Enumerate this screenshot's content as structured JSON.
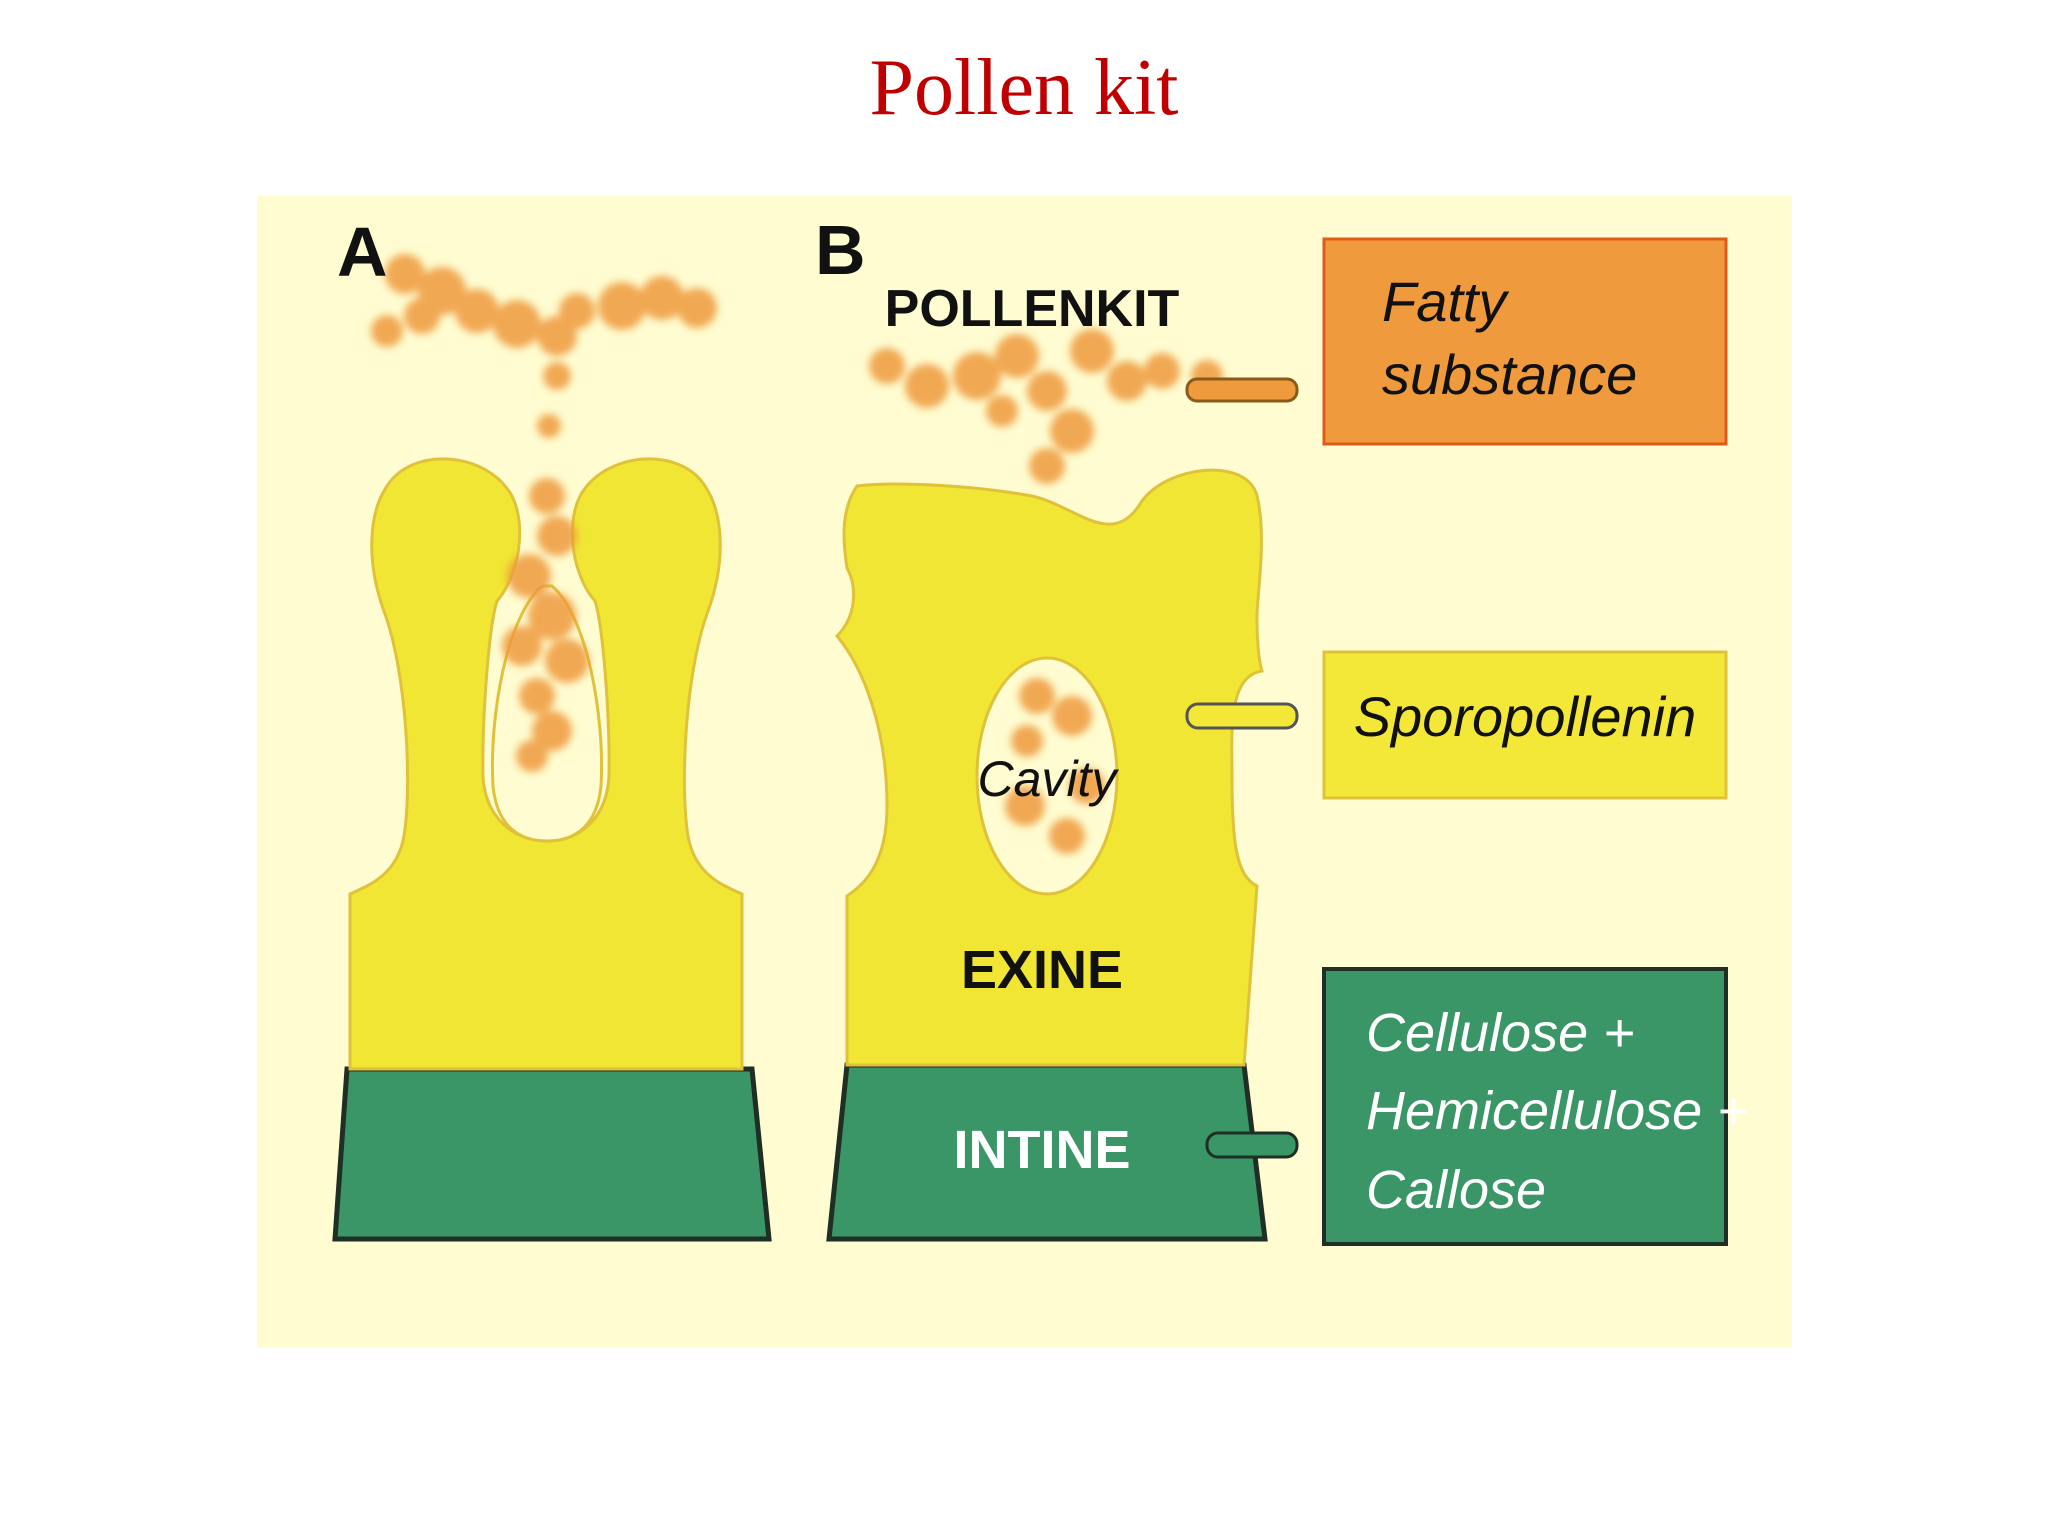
{
  "slide": {
    "title": "Pollen kit"
  },
  "figure": {
    "panel_a_label": "A",
    "panel_b_label": "B",
    "labels": {
      "pollenkit": "POLLENKIT",
      "cavity": "Cavity",
      "exine": "EXINE",
      "intine": "INTINE"
    },
    "legend": {
      "fatty": {
        "line1": "Fatty",
        "line2": "substance"
      },
      "sporopollenin": {
        "text": "Sporopollenin"
      },
      "cellulose": {
        "line1": "Cellulose +",
        "line2": "Hemicellulose +",
        "line3": "Callose"
      }
    },
    "colors": {
      "background": "#fefcd0",
      "exine_yellow": "#f1e634",
      "exine_outline": "#e0c23a",
      "intine_green": "#3a9567",
      "pollenkit_orange": "#ef9a3c",
      "fatty_box": "#ef9a3c",
      "sporopollenin_box": "#f3e838",
      "cellulose_box": "#3a9567"
    }
  }
}
